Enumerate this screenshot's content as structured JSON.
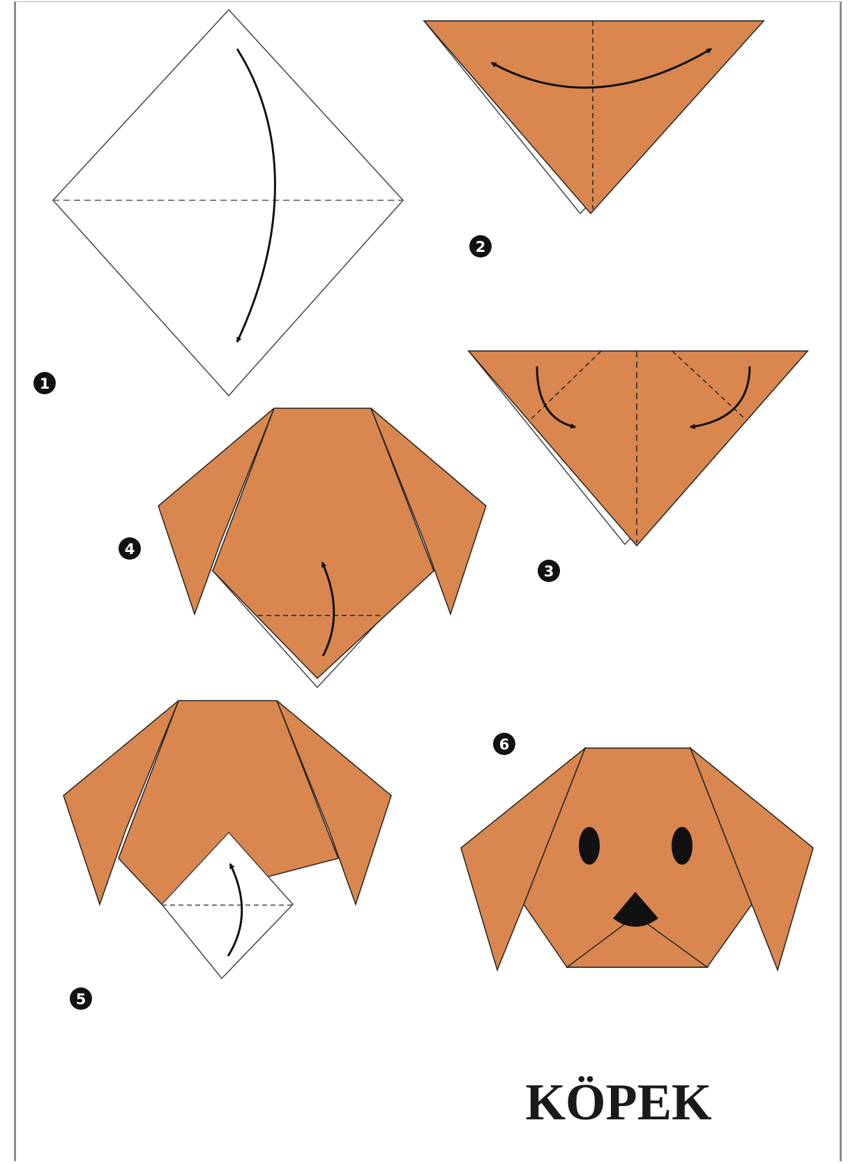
{
  "title": "KÖPEK",
  "colors": {
    "paper": "#d9874f",
    "line": "#1a1a1a",
    "badge": "#111111",
    "badge_text": "#ffffff"
  },
  "steps": [
    {
      "number": "1"
    },
    {
      "number": "2"
    },
    {
      "number": "3"
    },
    {
      "number": "4"
    },
    {
      "number": "5"
    },
    {
      "number": "6"
    }
  ]
}
